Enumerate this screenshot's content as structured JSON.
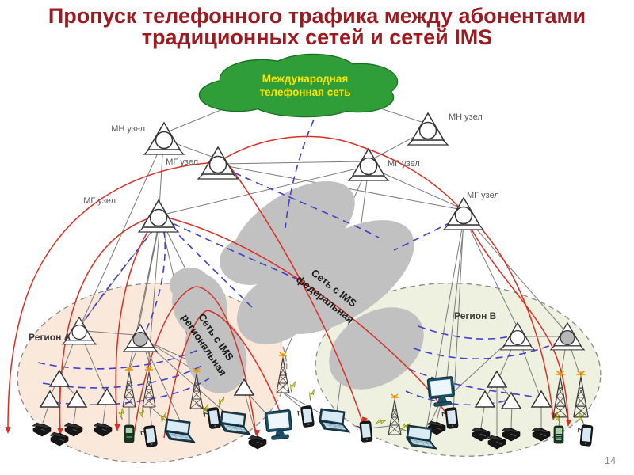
{
  "slide": {
    "title_line1": "Пропуск телефонного трафика между абонентами",
    "title_line2": "традиционных сетей и сетей IMS",
    "page_number": "14"
  },
  "clouds": {
    "international": {
      "line1": "Международная",
      "line2": "телефонная сеть"
    },
    "federal_ims": {
      "line1": "Сеть с IMS",
      "line2": "федеральная"
    },
    "regional_ims": {
      "line1": "Сеть с IMS",
      "line2": "региональная"
    }
  },
  "node_labels": {
    "mn": "МН узел",
    "mg": "МГ узел"
  },
  "regions": {
    "a": {
      "label": "Регион А"
    },
    "b": {
      "label": "Регион В"
    }
  },
  "colors": {
    "title": "#9c1b20",
    "international_cloud_fill": "#2f9d38",
    "international_cloud_border": "#17701f",
    "international_cloud_text": "#ffe400",
    "ims_cloud_fill": "#c1c1c1",
    "region_a_fill": "#fae8db",
    "region_b_fill": "#eef1df",
    "traffic_line_red": "#d93026",
    "signaling_line_blue": "#4140cc",
    "link_line_gray": "#7a7a7a"
  },
  "icons": {
    "switch_node": "triangle-circle-switch-node",
    "local_node": "triangle-local-node",
    "cell_tower": "cell-tower-mast",
    "desk_phone": "desk-phone",
    "mobile_phone": "mobile-phone",
    "smartphone": "smartphone",
    "laptop": "laptop",
    "monitor": "desktop-monitor",
    "lightning": "radio-link-lightning",
    "arrowhead": "traffic-arrowhead"
  }
}
